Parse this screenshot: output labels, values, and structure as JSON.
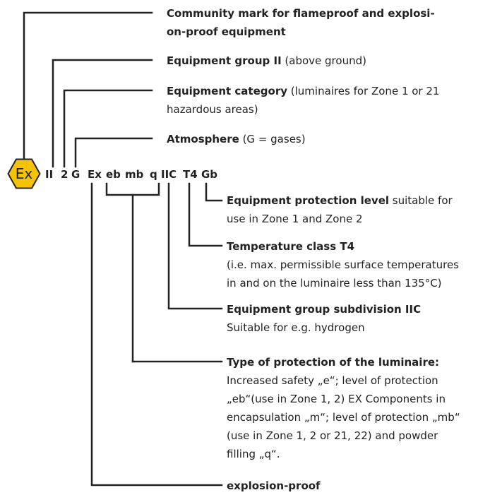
{
  "symbol": {
    "text": "Ex",
    "fill": "#f5c400",
    "stroke": "#222222"
  },
  "marking": {
    "group": "II",
    "category": "2",
    "atmosphere": "G",
    "ex": "Ex",
    "eb": "eb",
    "mb": "mb",
    "q": "q",
    "subdivision": "IIC",
    "temp_class": "T4",
    "epl": "Gb"
  },
  "labels": {
    "community_mark": {
      "title_1": "Community mark for flameproof and explosi-",
      "title_2": "on-proof equipment"
    },
    "group": {
      "title": "Equipment group II",
      "desc": " (above ground)"
    },
    "category": {
      "title": "Equipment category",
      "desc_1": " (luminaires for Zone 1 or 21",
      "desc_2": "hazardous areas)"
    },
    "atmosphere": {
      "title": "Atmosphere",
      "desc": " (G = gases)"
    },
    "epl": {
      "title": "Equipment protection level",
      "desc_1": " suitable for",
      "desc_2": "use in Zone 1 and Zone 2"
    },
    "temperature": {
      "title": "Temperature class T4",
      "desc_1": "(i.e. max. permissible surface temperatures",
      "desc_2": "in and on the luminaire less than 135°C)"
    },
    "subdivision": {
      "title": "Equipment group subdivision IIC",
      "desc": "Suitable for e.g. hydrogen"
    },
    "protection_type": {
      "title": "Type of protection of the luminaire:",
      "desc": [
        "Increased safety „e“; level of protection",
        "„eb“(use in Zone 1, 2) EX Components in",
        "encapsulation „m“; level of protection „mb“",
        "(use in Zone 1, 2 or 21, 22) and powder",
        "filling „q“."
      ]
    },
    "explosion_proof": {
      "title": "explosion-proof"
    }
  }
}
